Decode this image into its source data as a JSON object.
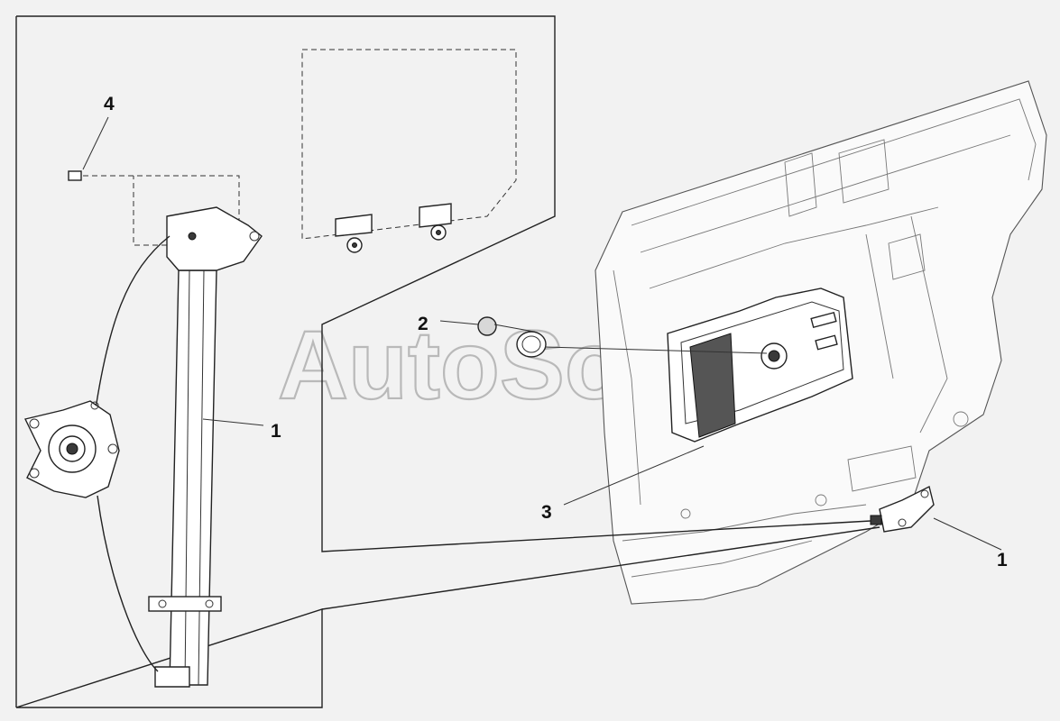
{
  "callouts": {
    "c1_left": "1",
    "c1_right": "1",
    "c2": "2",
    "c3": "3",
    "c4": "4"
  },
  "watermark": "AutoSoft",
  "colors": {
    "background": "#f2f2f2",
    "line": "#222222",
    "watermark": "#b9b9b9"
  }
}
